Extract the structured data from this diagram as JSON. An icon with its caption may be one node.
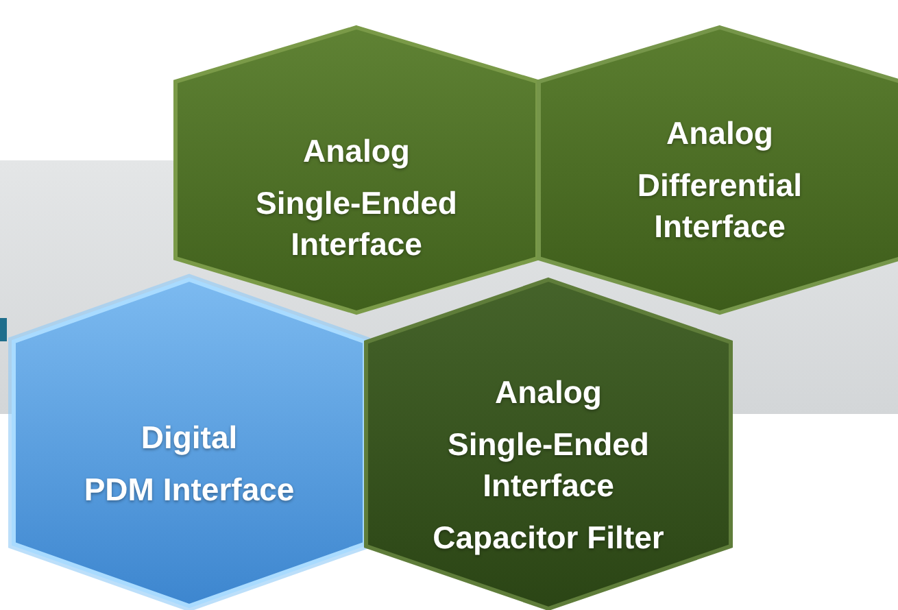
{
  "diagram": {
    "nodes": [
      {
        "text": [
          "Analog",
          "Single-Ended Interface"
        ]
      },
      {
        "text": [
          "Analog",
          "Differential Interface"
        ]
      },
      {
        "text": [
          "Digital",
          "PDM Interface"
        ]
      },
      {
        "text": [
          "Analog",
          "Single-Ended Interface",
          "Capacitor Filter"
        ]
      }
    ]
  }
}
